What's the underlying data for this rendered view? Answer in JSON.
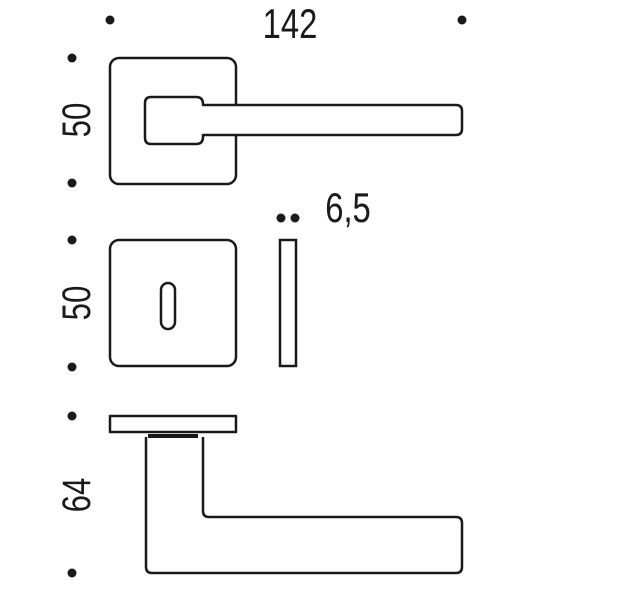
{
  "colors": {
    "ink": "#1a1a1a",
    "background": "#ffffff"
  },
  "dimensions": {
    "width_total": "142",
    "rose_height": "50",
    "escutcheon_height": "50",
    "thickness": "6,5",
    "lever_height": "64"
  },
  "icons": {
    "keyhole": "keyhole-icon"
  }
}
